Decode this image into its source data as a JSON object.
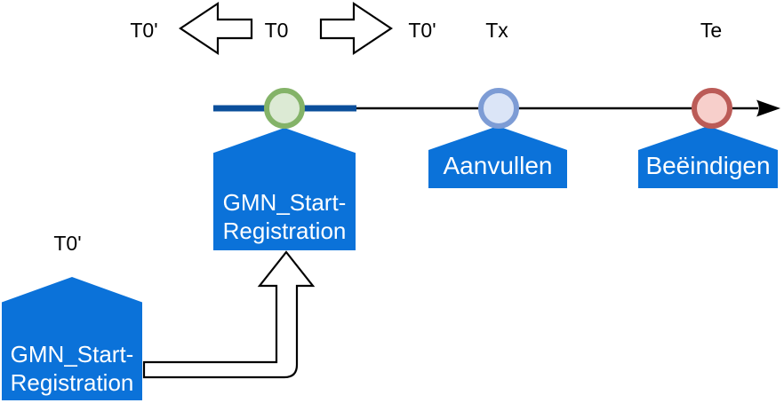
{
  "diagram": {
    "title": "registration-timeline",
    "colors": {
      "callout_blue": "#0b72d9",
      "callout_text": "#ffffff",
      "timeline_bar_blue": "#0b4f9b",
      "timeline_black": "#000000",
      "outline_arrow_fill": "#ffffff",
      "outline_arrow_stroke": "#000000",
      "event_green_stroke": "#84b368",
      "event_green_fill": "#dcead4",
      "event_blue_stroke": "#7d9cd5",
      "event_blue_fill": "#dbe5f7",
      "event_red_stroke": "#bb5b57",
      "event_red_fill": "#f7cfcb",
      "label_text": "#000000"
    },
    "labels": {
      "t0_prime_left": "T0'",
      "t0": "T0",
      "t0_prime_right": "T0'",
      "tx": "Tx",
      "te": "Te",
      "t0_prime_bottom": "T0'"
    },
    "callouts": {
      "start_registration": {
        "line1": "GMN_Start-",
        "line2": "Registration"
      },
      "aanvullen": {
        "label": "Aanvullen"
      },
      "beeindigen": {
        "label": "Beëindigen"
      },
      "start_registration_source": {
        "line1": "GMN_Start-",
        "line2": "Registration"
      }
    }
  }
}
